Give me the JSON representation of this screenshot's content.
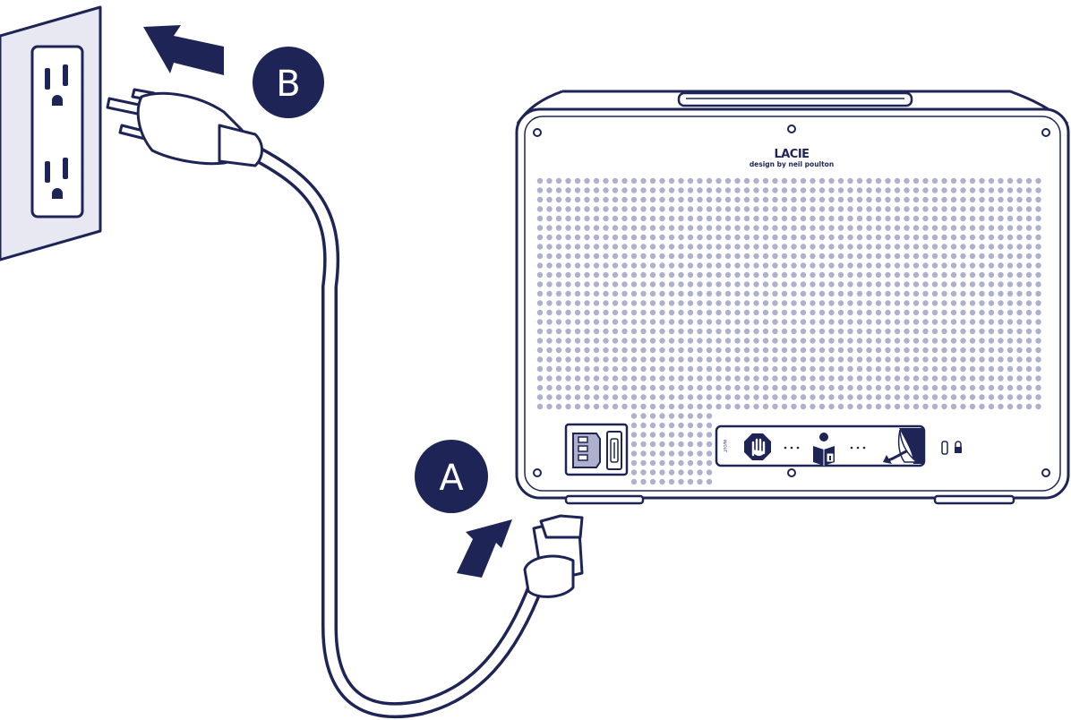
{
  "labels": {
    "step_a": "A",
    "step_b": "B"
  },
  "device": {
    "brand": "LACIE",
    "tagline": "design by neil poulton",
    "vertical_label": "IN/OUT"
  },
  "colors": {
    "ink": "#1e2556",
    "grille_dot": "#aeb0ce",
    "outlet_fill": "#e8e8f2",
    "cord_fill": "#ffffff"
  },
  "icons": {
    "wall_outlet": "wall-outlet-icon",
    "stop": "stop-hand-icon",
    "manual": "read-manual-icon",
    "lock": "kensington-lock-icon"
  }
}
